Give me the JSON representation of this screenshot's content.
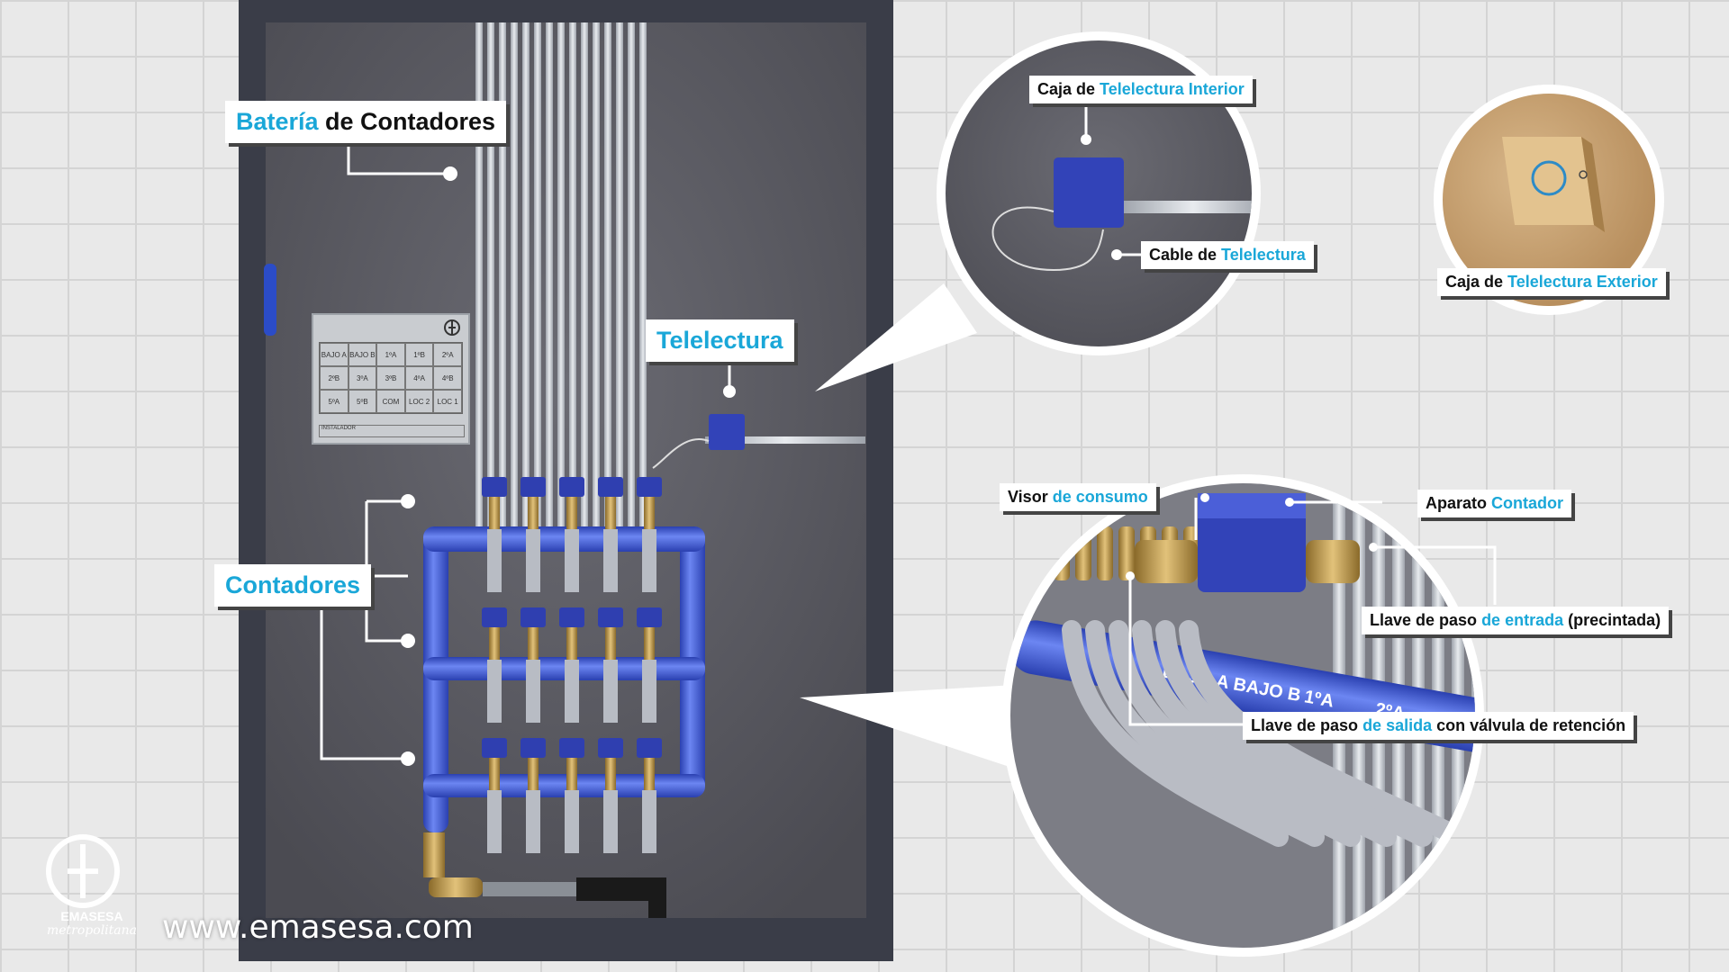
{
  "labels": {
    "bateria": {
      "hl": "Batería",
      "rest": " de Contadores"
    },
    "telelectura": {
      "hl": "Telelectura"
    },
    "contadores": {
      "hl": "Contadores"
    },
    "caja_interior": {
      "pre": "Caja de ",
      "hl": "Telelectura Interior"
    },
    "cable": {
      "pre": "Cable de ",
      "hl": "Telelectura"
    },
    "caja_exterior": {
      "pre": "Caja de ",
      "hl": "Telelectura Exterior"
    },
    "visor": {
      "pre": "Visor ",
      "hl": "de consumo"
    },
    "aparato": {
      "pre": "Aparato ",
      "hl": "Contador"
    },
    "llave_entrada": {
      "pre": "Llave de paso ",
      "hl": "de entrada",
      "post": " (precintada)"
    },
    "llave_salida": {
      "pre": "Llave de paso ",
      "hl": "de salida",
      "post": " con válvula de retención"
    }
  },
  "plate": {
    "cells": [
      "BAJO A",
      "BAJO B",
      "1ºA",
      "1ºB",
      "2ºA",
      "2ºB",
      "3ºA",
      "3ºB",
      "4ºA",
      "4ºB",
      "5ºA",
      "5ºB",
      "COM",
      "LOC 2",
      "LOC 1"
    ],
    "footer": "INSTALADOR"
  },
  "zoom_pipe_labels": [
    "BAJO A",
    "BAJO B",
    "1ºA",
    "2ºA"
  ],
  "brand": {
    "name": "EMASESA",
    "sub": "metropolitana",
    "website": "www.emasesa.com"
  },
  "colors": {
    "accent": "#1aa7d8",
    "pipe_blue": "#3b5bd6",
    "concrete": "#5a5a62"
  }
}
